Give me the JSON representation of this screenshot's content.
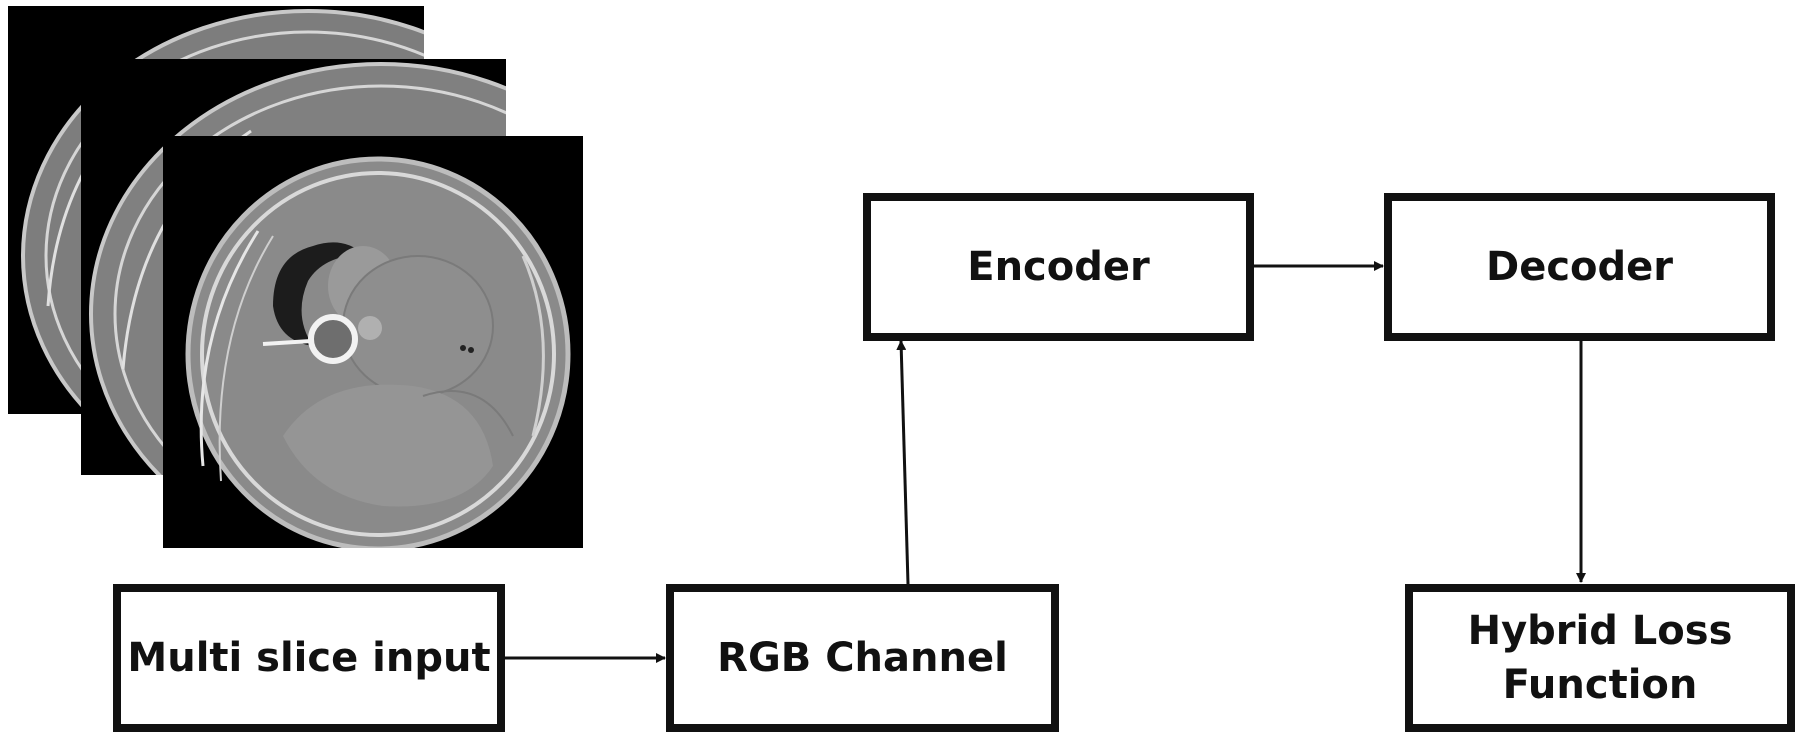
{
  "diagram": {
    "input_images": [
      {
        "name": "ct-slice-back"
      },
      {
        "name": "ct-slice-middle"
      },
      {
        "name": "ct-slice-front"
      }
    ],
    "nodes": {
      "multi_slice_input": "Multi slice input",
      "rgb_channel": "RGB Channel",
      "encoder": "Encoder",
      "decoder": "Decoder",
      "hybrid_loss_line1": "Hybrid Loss",
      "hybrid_loss_line2": "Function"
    },
    "edges": [
      {
        "from": "Multi slice input",
        "to": "RGB Channel"
      },
      {
        "from": "RGB Channel",
        "to": "Encoder"
      },
      {
        "from": "Encoder",
        "to": "Decoder"
      },
      {
        "from": "Decoder",
        "to": "Hybrid Loss Function"
      }
    ],
    "colors": {
      "stroke": "#111111",
      "image_background": "#000000",
      "tissue": "#8a8a8a"
    }
  }
}
